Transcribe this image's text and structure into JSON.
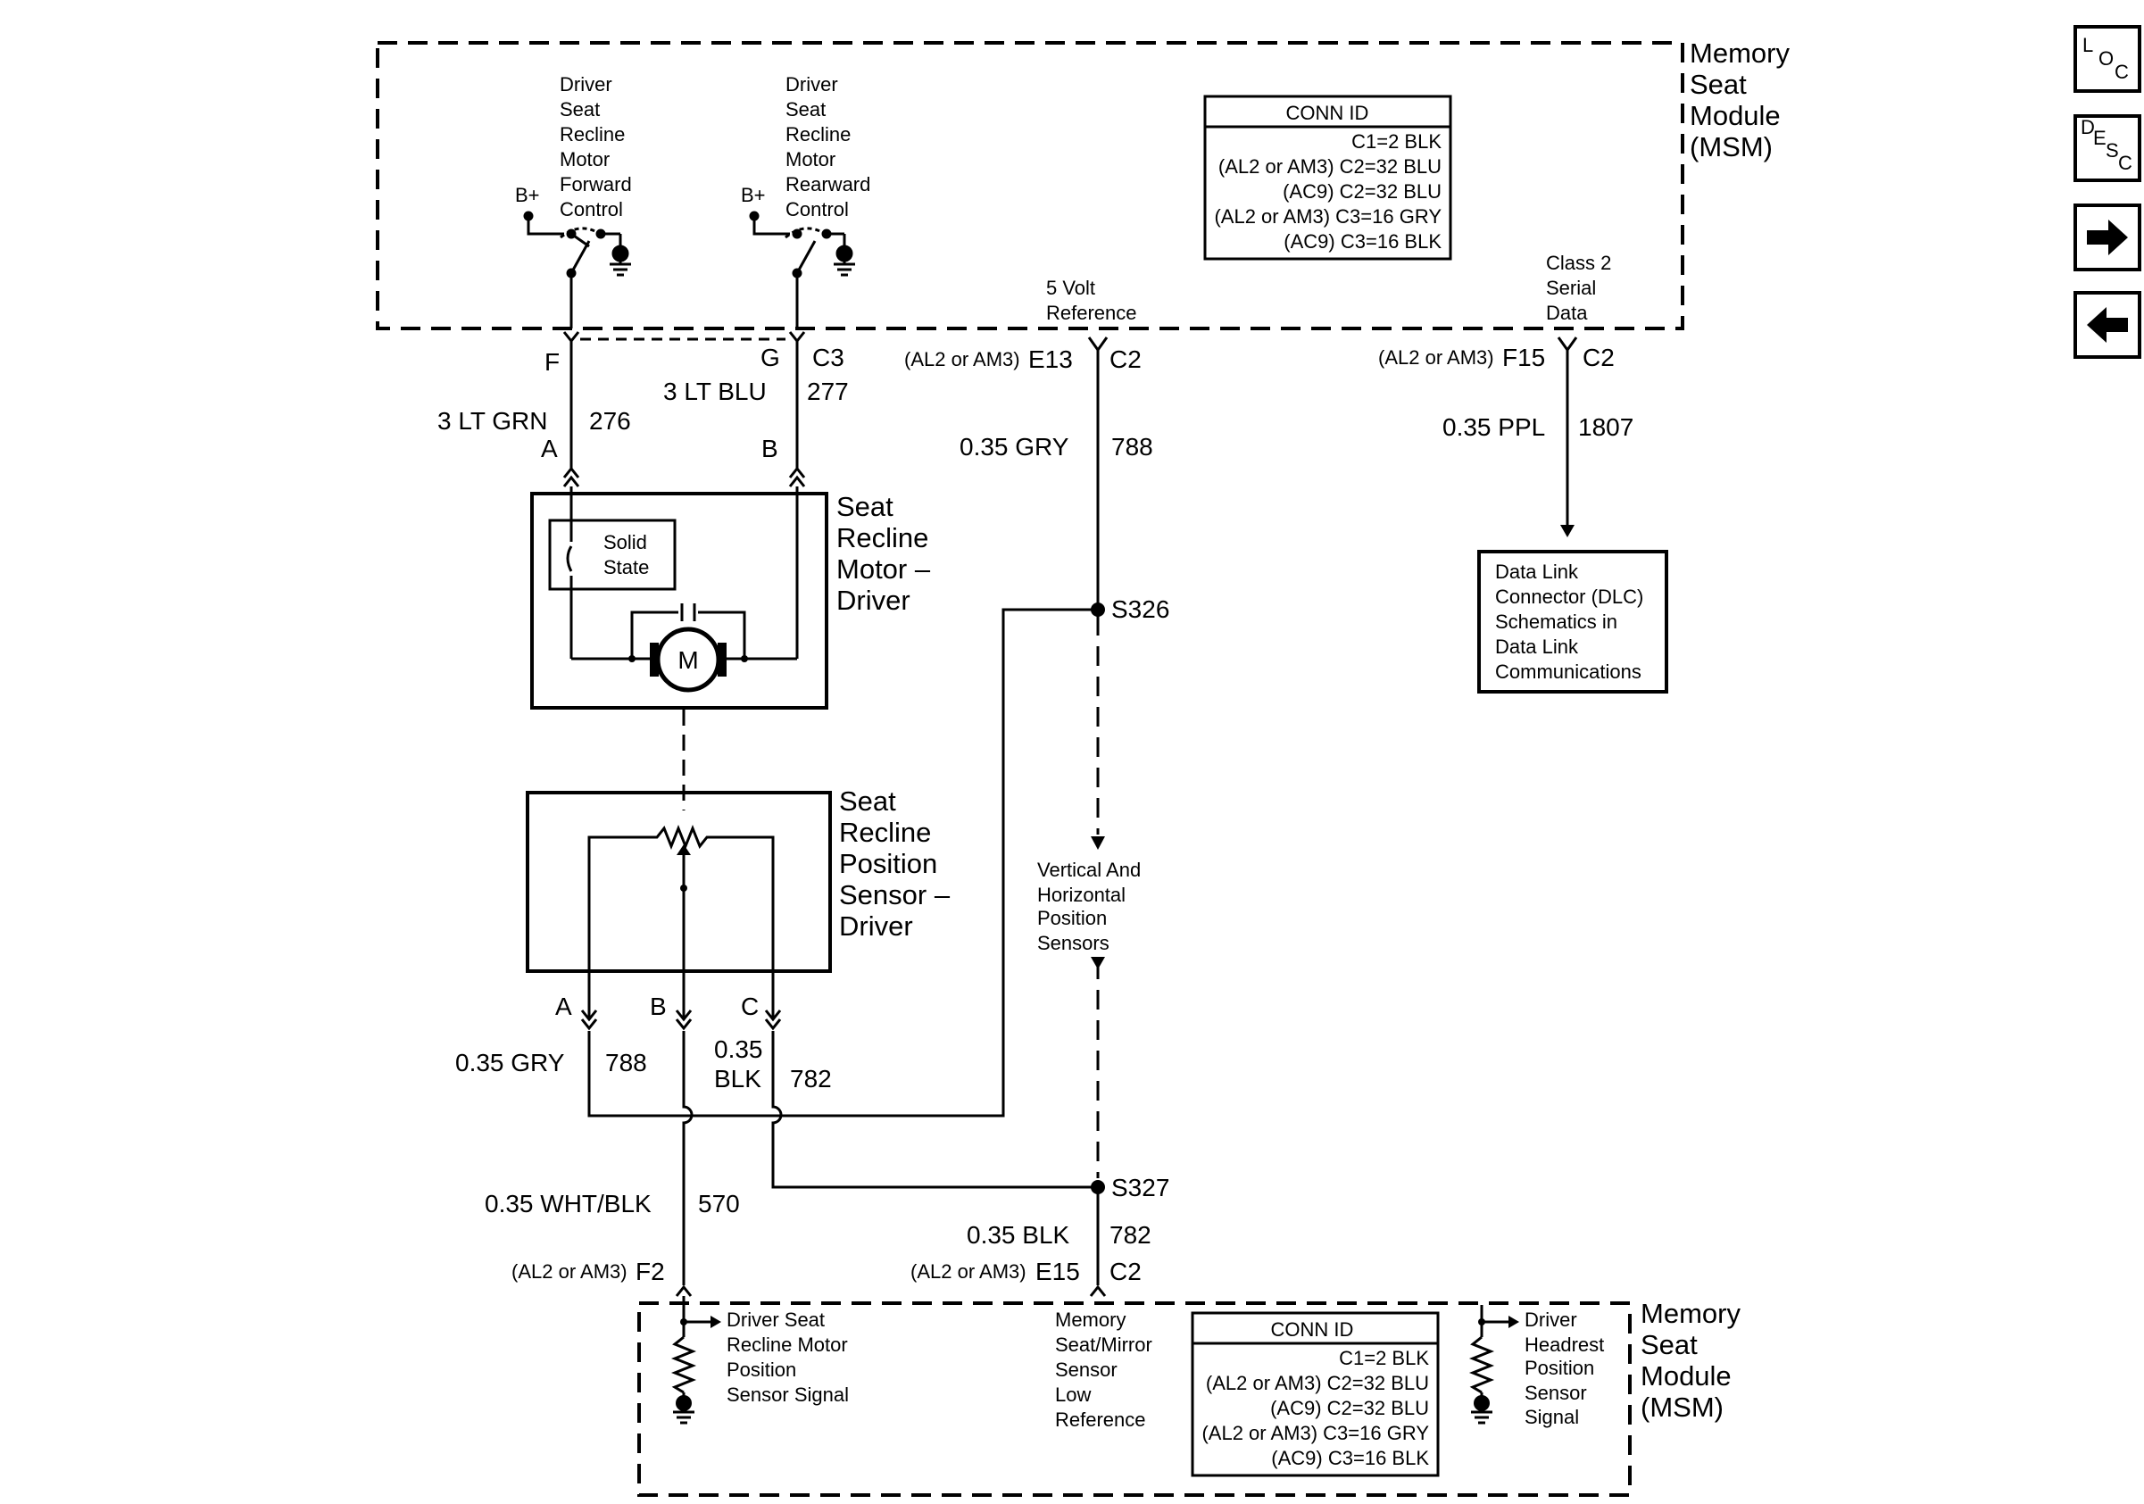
{
  "msm_top": {
    "title": [
      "Memory",
      "Seat",
      "Module",
      "(MSM)"
    ],
    "fwd_control": [
      "Driver",
      "Seat",
      "Recline",
      "Motor",
      "Forward",
      "Control"
    ],
    "rear_control": [
      "Driver",
      "Seat",
      "Recline",
      "Motor",
      "Rearward",
      "Control"
    ],
    "bplus": "B+",
    "ref_5v": [
      "5 Volt",
      "Reference"
    ],
    "class2": [
      "Class 2",
      "Serial",
      "Data"
    ],
    "conn_id": {
      "title": "CONN ID",
      "rows": [
        "C1=2 BLK",
        "(AL2 or AM3) C2=32 BLU",
        "(AC9) C2=32 BLU",
        "(AL2 or AM3) C3=16 GRY",
        "(AC9) C3=16 BLK"
      ]
    }
  },
  "pins": {
    "F": "F",
    "G": "G",
    "C3": "C3",
    "e13_opt": "(AL2 or AM3)",
    "e13": "E13",
    "c2a": "C2",
    "f15_opt": "(AL2 or AM3)",
    "f15": "F15",
    "c2b": "C2",
    "f2_opt": "(AL2 or AM3)",
    "f2": "F2",
    "e15_opt": "(AL2 or AM3)",
    "e15": "E15",
    "c2c": "C2"
  },
  "wires": {
    "w276_color": "3 LT GRN",
    "w276_num": "276",
    "w277_color": "3 LT BLU",
    "w277_num": "277",
    "w788_top_color": "0.35 GRY",
    "w788_top_num": "788",
    "w1807_color": "0.35 PPL",
    "w1807_num": "1807",
    "w788_low_color": "0.35 GRY",
    "w788_low_num": "788",
    "w782_color_a": "0.35",
    "w782_color_b": "BLK",
    "w782_num": "782",
    "w570_color": "0.35 WHT/BLK",
    "w570_num": "570",
    "w782_bot_color": "0.35 BLK",
    "w782_bot_num": "782"
  },
  "motor": {
    "title": [
      "Seat",
      "Recline",
      "Motor –",
      "Driver"
    ],
    "solid_state": [
      "Solid",
      "State"
    ],
    "m": "M",
    "pin_a": "A",
    "pin_b": "B"
  },
  "sensor": {
    "title": [
      "Seat",
      "Recline",
      "Position",
      "Sensor –",
      "Driver"
    ],
    "pin_a": "A",
    "pin_b": "B",
    "pin_c": "C"
  },
  "splices": {
    "s326": "S326",
    "s327": "S327"
  },
  "vh_sensors": [
    "Vertical And",
    "Horizontal",
    "Position",
    "Sensors"
  ],
  "dlc": [
    "Data Link",
    "Connector (DLC)",
    "Schematics in",
    "Data Link",
    "Communications"
  ],
  "msm_bottom": {
    "title": [
      "Memory",
      "Seat",
      "Module",
      "(MSM)"
    ],
    "recline_signal": [
      "Driver Seat",
      "Recline Motor",
      "Position",
      "Sensor Signal"
    ],
    "low_ref": [
      "Memory",
      "Seat/Mirror",
      "Sensor",
      "Low",
      "Reference"
    ],
    "headrest_signal": [
      "Driver",
      "Headrest",
      "Position",
      "Sensor",
      "Signal"
    ],
    "conn_id": {
      "title": "CONN ID",
      "rows": [
        "C1=2 BLK",
        "(AL2 or AM3) C2=32 BLU",
        "(AC9) C2=32 BLU",
        "(AL2 or AM3) C3=16 GRY",
        "(AC9) C3=16 BLK"
      ]
    }
  },
  "nav": {
    "loc": {
      "l": "L",
      "o": "O",
      "c": "C"
    },
    "desc": {
      "d": "D",
      "e": "E",
      "s": "S",
      "c": "C"
    },
    "next_icon": "arrow-right-icon",
    "prev_icon": "arrow-left-icon"
  }
}
